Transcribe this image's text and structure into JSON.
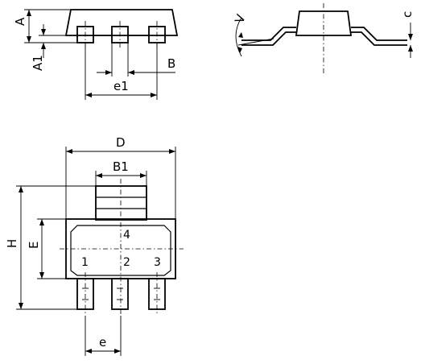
{
  "labels": {
    "A": "A",
    "A1": "A1",
    "B": "B",
    "e1": "e1",
    "V": "V",
    "c": "c",
    "D": "D",
    "B1": "B1",
    "H": "H",
    "E": "E",
    "e": "e",
    "pin1": "1",
    "pin2": "2",
    "pin3": "3",
    "pin4": "4"
  }
}
